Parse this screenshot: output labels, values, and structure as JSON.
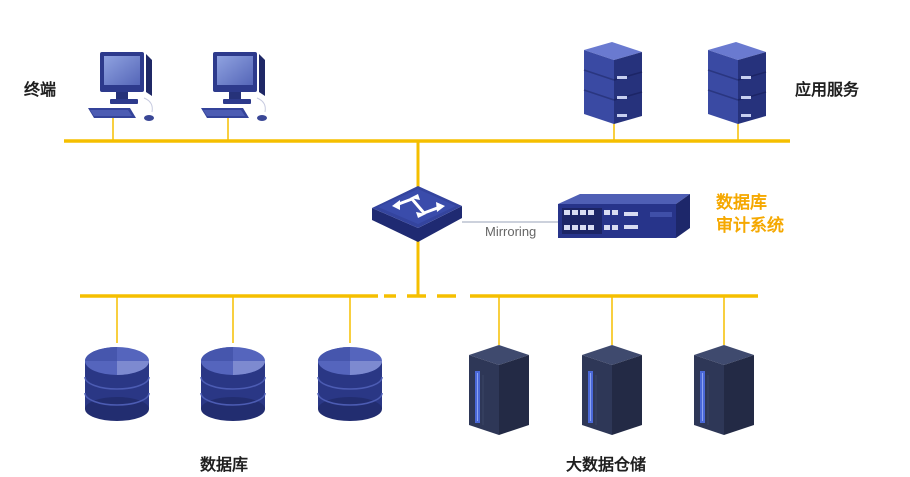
{
  "labels": {
    "terminal": "终端",
    "app_service": "应用服务",
    "audit_line1": "数据库",
    "audit_line2": "审计系统",
    "mirroring": "Mirroring",
    "database": "数据库",
    "big_data": "大数据仓储"
  },
  "colors": {
    "bus_line": "#f5bf00",
    "accent_text": "#f5a800",
    "device_blue": "#2d3a8c",
    "device_dark": "#2a3350"
  },
  "icons": {
    "terminal": "desktop-computer-icon",
    "app_service": "server-tower-icon",
    "core": "network-switch-icon",
    "audit": "audit-appliance-icon",
    "database": "database-cylinder-icon",
    "big_data": "storage-cabinet-icon"
  }
}
